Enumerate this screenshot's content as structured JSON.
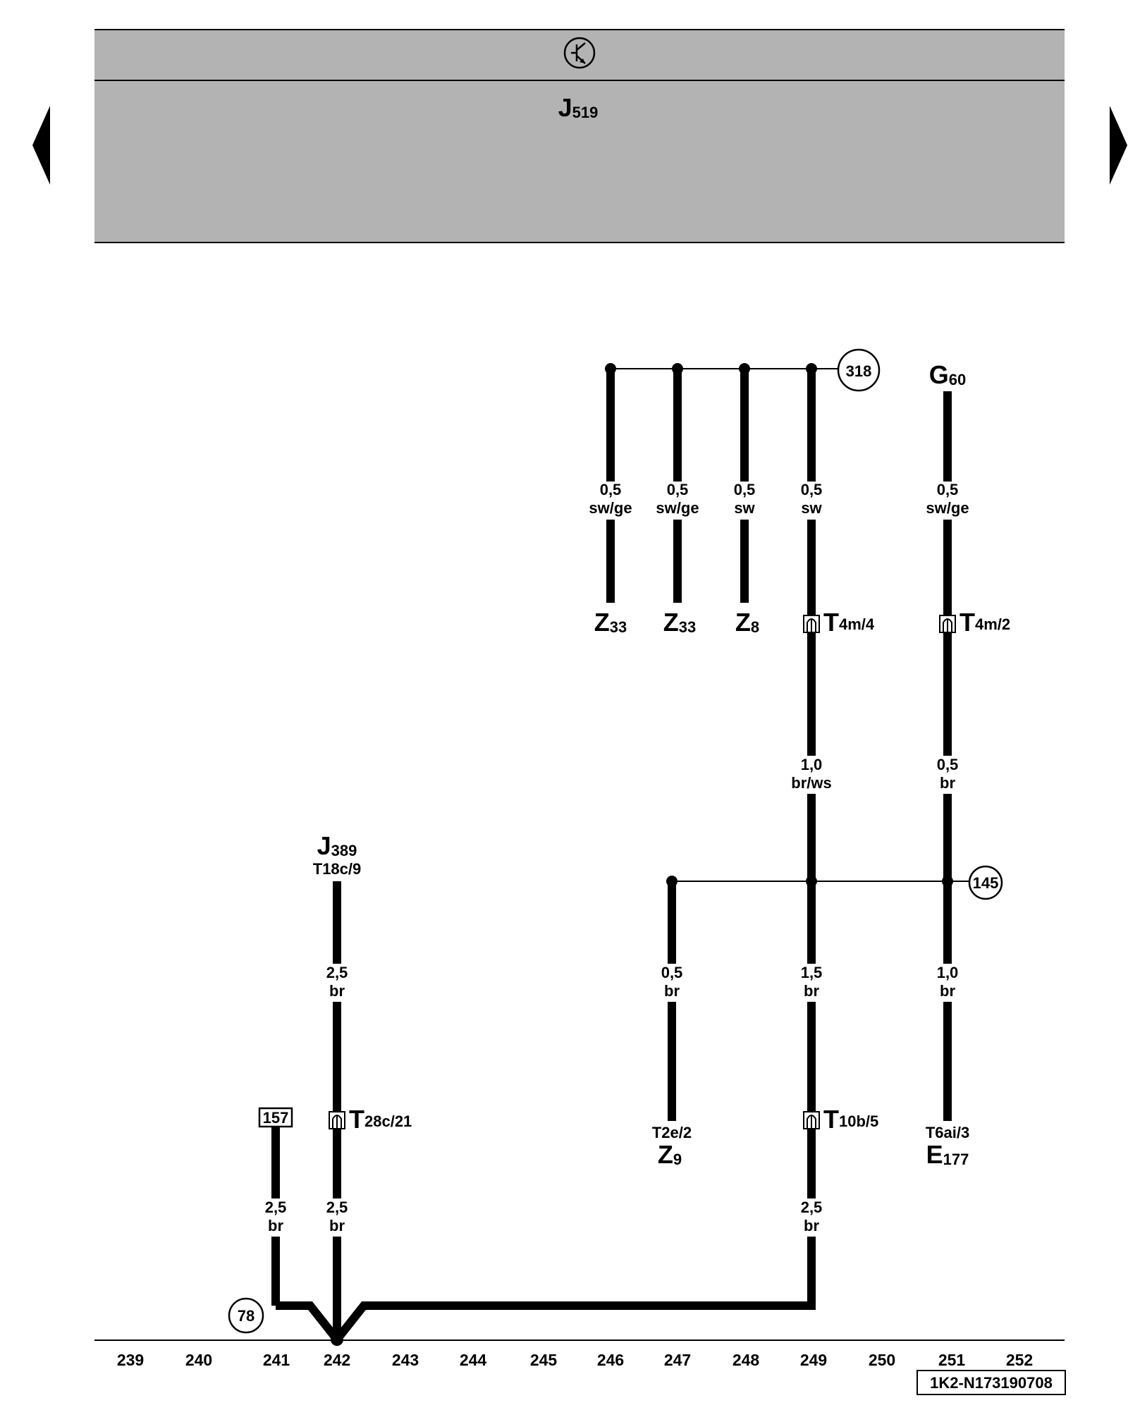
{
  "header": {
    "module": "J",
    "module_sub": "519",
    "symbol_icon": "circle-transistor-icon"
  },
  "navigation": {
    "prev_icon": "triangle-left-icon",
    "next_icon": "triangle-right-icon"
  },
  "refs": {
    "r318": "318",
    "r145": "145",
    "r78": "78",
    "r157": "157"
  },
  "components": {
    "z33a": {
      "main": "Z",
      "sub": "33"
    },
    "z33b": {
      "main": "Z",
      "sub": "33"
    },
    "z8": {
      "main": "Z",
      "sub": "8"
    },
    "t4m4": {
      "main": "T",
      "sub": "4m/4"
    },
    "g60": {
      "main": "G",
      "sub": "60"
    },
    "t4m2": {
      "main": "T",
      "sub": "4m/2"
    },
    "j389": {
      "main": "J",
      "sub": "389",
      "pin": "T18c/9"
    },
    "t28c21": {
      "main": "T",
      "sub": "28c/21"
    },
    "z9": {
      "main": "Z",
      "sub": "9",
      "pin": "T2e/2"
    },
    "t10b5": {
      "main": "T",
      "sub": "10b/5"
    },
    "e177": {
      "main": "E",
      "sub": "177",
      "pin": "T6ai/3"
    }
  },
  "wires": {
    "w_z33a": {
      "size": "0,5",
      "color": "sw/ge"
    },
    "w_z33b": {
      "size": "0,5",
      "color": "sw/ge"
    },
    "w_z8": {
      "size": "0,5",
      "color": "sw"
    },
    "w_t4m4": {
      "size": "0,5",
      "color": "sw"
    },
    "w_g60": {
      "size": "0,5",
      "color": "sw/ge"
    },
    "w_brws": {
      "size": "1,0",
      "color": "br/ws"
    },
    "w_t4m2_br": {
      "size": "0,5",
      "color": "br"
    },
    "w_j389": {
      "size": "2,5",
      "color": "br"
    },
    "w_z9": {
      "size": "0,5",
      "color": "br"
    },
    "w_249_mid": {
      "size": "1,5",
      "color": "br"
    },
    "w_e177": {
      "size": "1,0",
      "color": "br"
    },
    "w_157": {
      "size": "2,5",
      "color": "br"
    },
    "w_242_low": {
      "size": "2,5",
      "color": "br"
    },
    "w_249_low": {
      "size": "2,5",
      "color": "br"
    }
  },
  "grid_numbers": [
    "239",
    "240",
    "241",
    "242",
    "243",
    "244",
    "245",
    "246",
    "247",
    "248",
    "249",
    "250",
    "251",
    "252"
  ],
  "footer_code": "1K2-N173190708"
}
